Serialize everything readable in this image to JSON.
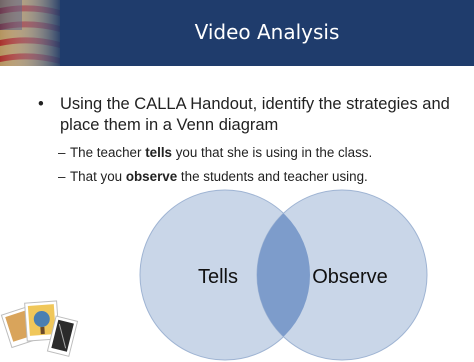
{
  "slide": {
    "title": "Video Analysis",
    "bullet": {
      "text": "Using the CALLA Handout, identify the strategies and place them in a Venn diagram"
    },
    "sub_items": [
      {
        "before": "The teacher ",
        "bold": "tells",
        "after": " you that she is using in the class."
      },
      {
        "before": "That you ",
        "bold": "observe",
        "after": " the students and teacher using."
      }
    ],
    "venn": {
      "left_label": "Tells",
      "right_label": "Observe"
    }
  },
  "colors": {
    "title_bar": "#1f3c6c",
    "circle_fill": "#c9d6e8",
    "circle_stroke": "#9fb4d3",
    "overlap_fill": "#7d9ccb"
  },
  "icons": {
    "bullet": "bullet-dot",
    "sub_dash": "en-dash",
    "flag": "flag-thumbnail-icon",
    "photos": "photo-stack-icon"
  }
}
